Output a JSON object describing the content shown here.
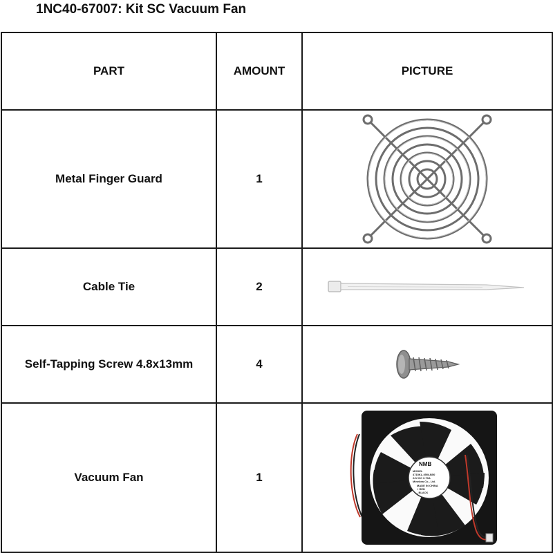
{
  "document": {
    "title": "1NC40-67007: Kit SC Vacuum Fan"
  },
  "table": {
    "headers": {
      "part": "PART",
      "amount": "AMOUNT",
      "picture": "PICTURE"
    },
    "rows": [
      {
        "part": "Metal Finger Guard",
        "amount": "1",
        "picture": "finger-guard-icon"
      },
      {
        "part": "Cable Tie",
        "amount": "2",
        "picture": "cable-tie-icon"
      },
      {
        "part": "Self-Tapping Screw 4.8x13mm",
        "amount": "4",
        "picture": "screw-icon"
      },
      {
        "part": "Vacuum Fan",
        "amount": "1",
        "picture": "fan-icon"
      }
    ]
  },
  "fan_label": {
    "brand": "NMB",
    "model_line": "MODEL",
    "model_number": "4715KL-05W-B50",
    "rating": "24V DC 0.70A",
    "maker": "Minebea Co., Ltd.",
    "origin": "MADE IN CHINA",
    "wire_red": "+ RED",
    "wire_black": "- BLACK"
  }
}
